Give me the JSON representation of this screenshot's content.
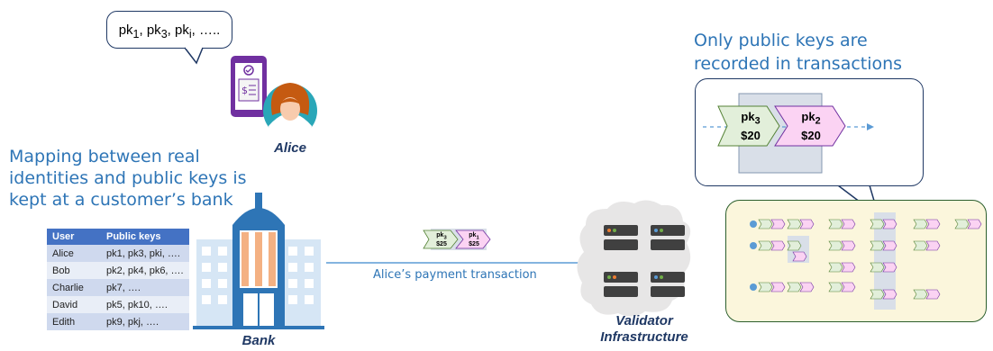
{
  "alice_keys": {
    "k1": "pk",
    "k1_sub": "1",
    "k2": "pk",
    "k2_sub": "3",
    "k3": "pk",
    "k3_sub": "i",
    "suffix": "….."
  },
  "alice_label": "Alice",
  "bank_label": "Bank",
  "validator_label_line1": "Validator",
  "validator_label_line2": "Infrastructure",
  "mapping_text_lines": [
    "Mapping between real",
    "identities and public keys is",
    "kept at a customer’s bank"
  ],
  "pubkeys_text_lines": [
    "Only public keys are",
    "recorded in transactions"
  ],
  "payment_label": "Alice’s payment transaction",
  "table": {
    "headers": [
      "User",
      "Public keys"
    ],
    "rows": [
      {
        "user": "Alice",
        "keys": "pk1, pk3, pki, …."
      },
      {
        "user": "Bob",
        "keys": "pk2, pk4, pk6, …."
      },
      {
        "user": "Charlie",
        "keys": "pk7, …."
      },
      {
        "user": "David",
        "keys": "pk5, pk10, …."
      },
      {
        "user": "Edith",
        "keys": "pk9, pkj, …."
      }
    ]
  },
  "big_tx": {
    "left": {
      "key": "pk",
      "sub": "3",
      "amount": "$20"
    },
    "right": {
      "key": "pk",
      "sub": "2",
      "amount": "$20"
    }
  },
  "small_tx": {
    "left": {
      "key": "pk",
      "sub": "3",
      "amount": "$25"
    },
    "right": {
      "key": "pk",
      "sub": "1",
      "amount": "$25"
    }
  },
  "colors": {
    "accent_blue": "#2e75b6",
    "navy": "#1f3864",
    "green_tag": "#e2efda",
    "pink_tag": "#fbd3f3",
    "ledger_bg": "#fbf6dc",
    "bank_orange": "#f4b183"
  }
}
